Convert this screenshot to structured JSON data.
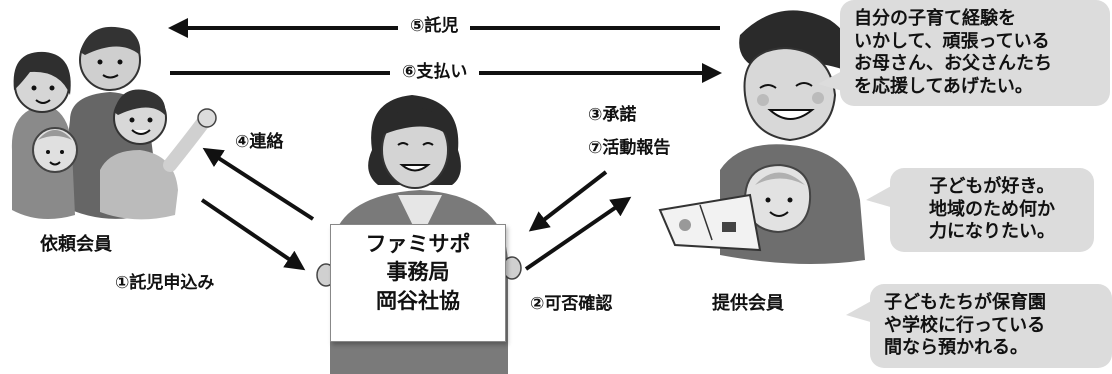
{
  "labels": {
    "takuji": "⑤託児",
    "shiharai": "⑥支払い",
    "shodaku": "③承諾",
    "katsudo": "⑦活動報告",
    "renraku": "④連絡",
    "moushikomi": "①託児申込み",
    "kahi": "②可否確認"
  },
  "members": {
    "client": "依頼会員",
    "provider": "提供会員"
  },
  "office": {
    "line1": "ファミサポ",
    "line2": "事務局",
    "line3": "岡谷社協"
  },
  "bubbles": {
    "bubble1": "自分の子育て経験を\nいかして、頑張っている\nお母さん、お父さんたち\nを応援してあげたい。",
    "bubble2": "子どもが好き。\n地域のため何か\n力になりたい。",
    "bubble3": "子どもたちが保育園\nや学校に行っている\n間なら預かれる。"
  }
}
